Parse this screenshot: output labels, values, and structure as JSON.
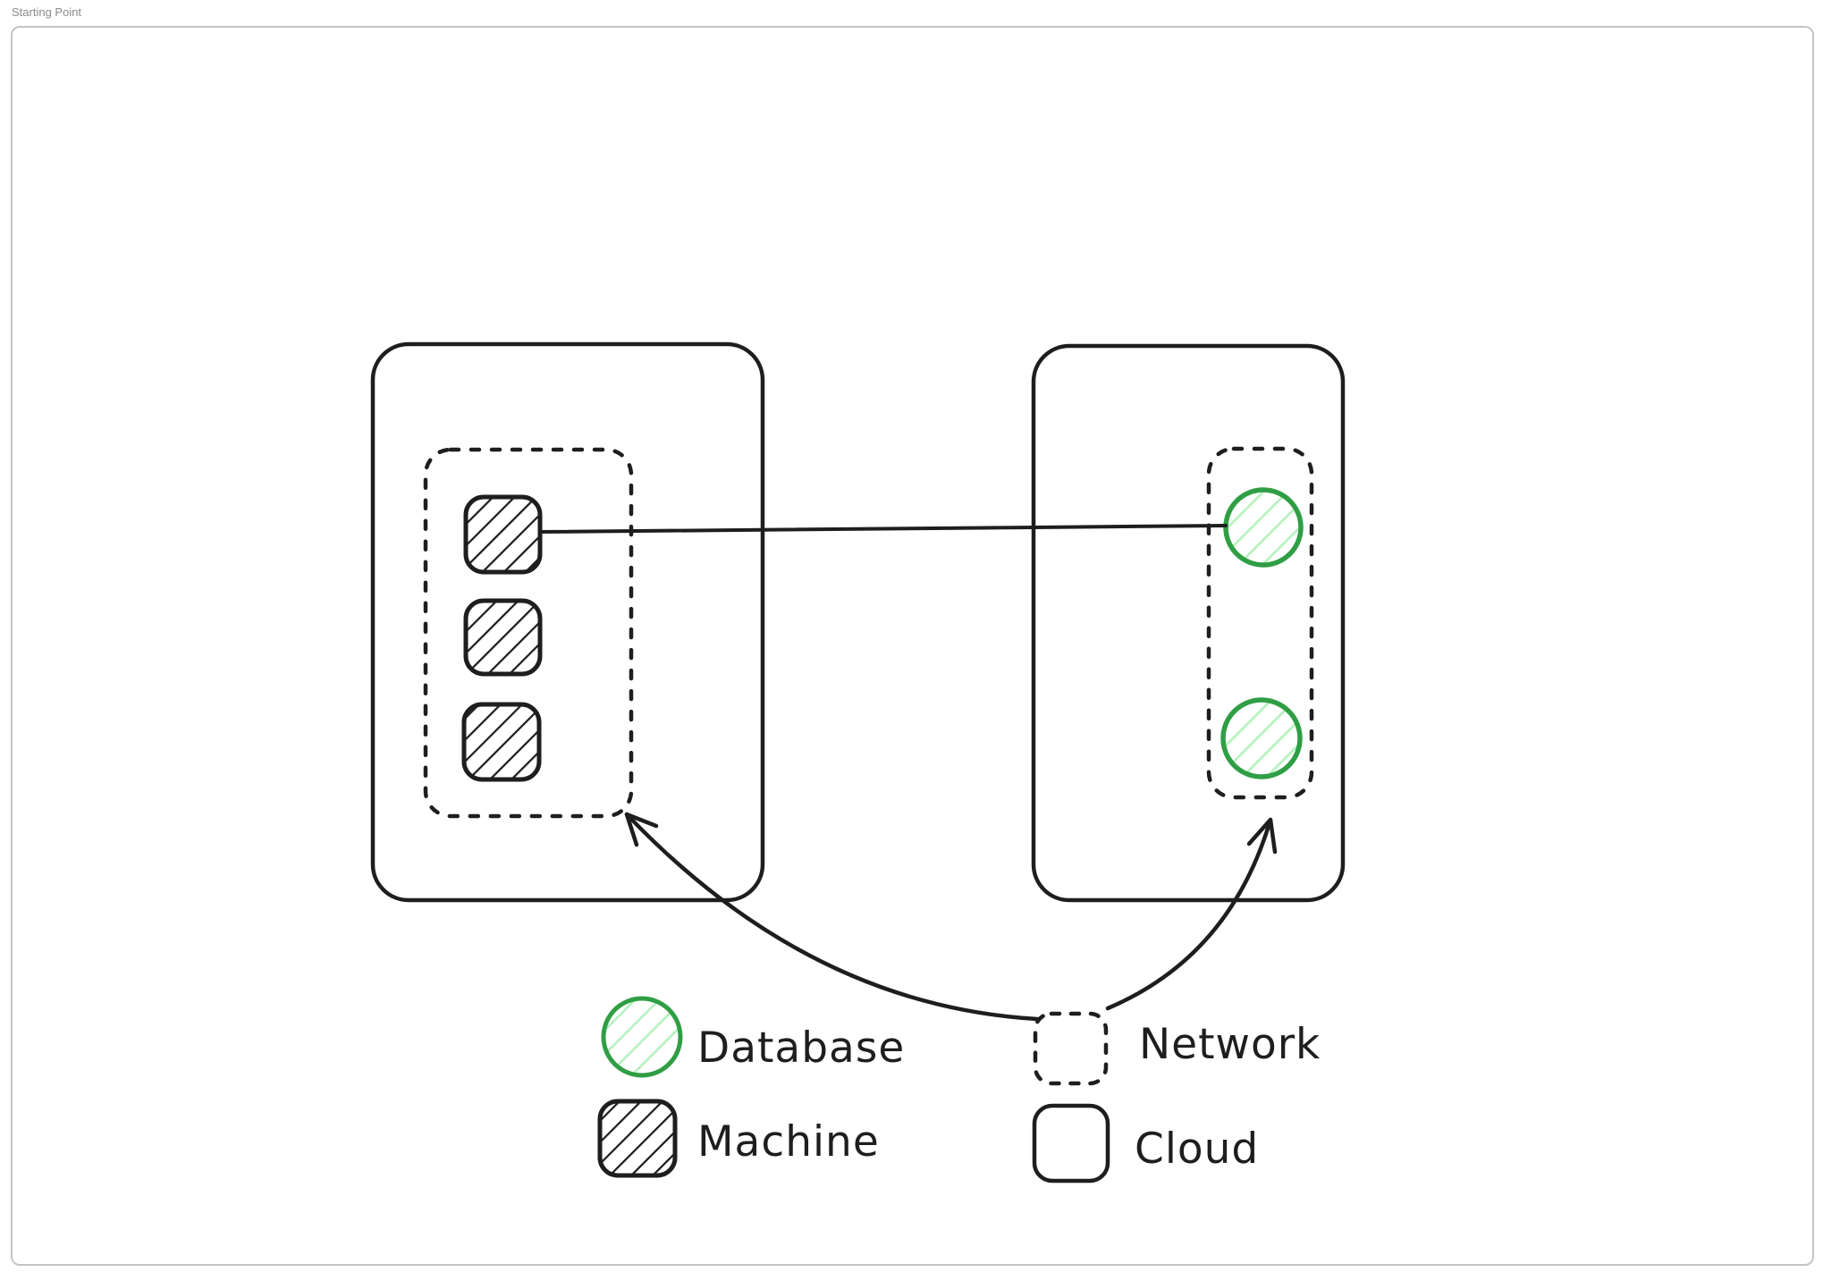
{
  "frame": {
    "label": "Starting Point"
  },
  "legend": {
    "items": [
      {
        "label": "Database",
        "shape": "circle",
        "stroke": "#2f9e44",
        "hatch": "#b2f2bb",
        "line_style": "solid"
      },
      {
        "label": "Machine",
        "shape": "rounded-square",
        "stroke": "#1e1e1e",
        "hatch": "#1e1e1e",
        "line_style": "solid"
      },
      {
        "label": "Network",
        "shape": "rounded-square",
        "stroke": "#1e1e1e",
        "hatch": "none",
        "line_style": "dashed"
      },
      {
        "label": "Cloud",
        "shape": "rounded-square",
        "stroke": "#1e1e1e",
        "hatch": "none",
        "line_style": "solid"
      }
    ]
  },
  "diagram": {
    "clouds": [
      {
        "id": "cloud-left",
        "contains": {
          "network": {
            "machines": 3,
            "databases": 0
          }
        }
      },
      {
        "id": "cloud-right",
        "contains": {
          "network": {
            "machines": 0,
            "databases": 2
          }
        }
      }
    ],
    "edges": [
      {
        "type": "line",
        "from": "cloud-left.network.machine-1",
        "to": "cloud-right.network.database-1"
      },
      {
        "type": "arrow",
        "from": "legend.network-swatch",
        "to": "cloud-left.network"
      },
      {
        "type": "arrow",
        "from": "legend.network-swatch",
        "to": "cloud-right.network"
      }
    ]
  },
  "colors": {
    "ink": "#1e1e1e",
    "database_stroke": "#2f9e44",
    "database_hatch": "#b2f2bb",
    "frame_border": "#c4c4c4",
    "frame_label_text": "#8b8b8b",
    "background": "#ffffff"
  }
}
